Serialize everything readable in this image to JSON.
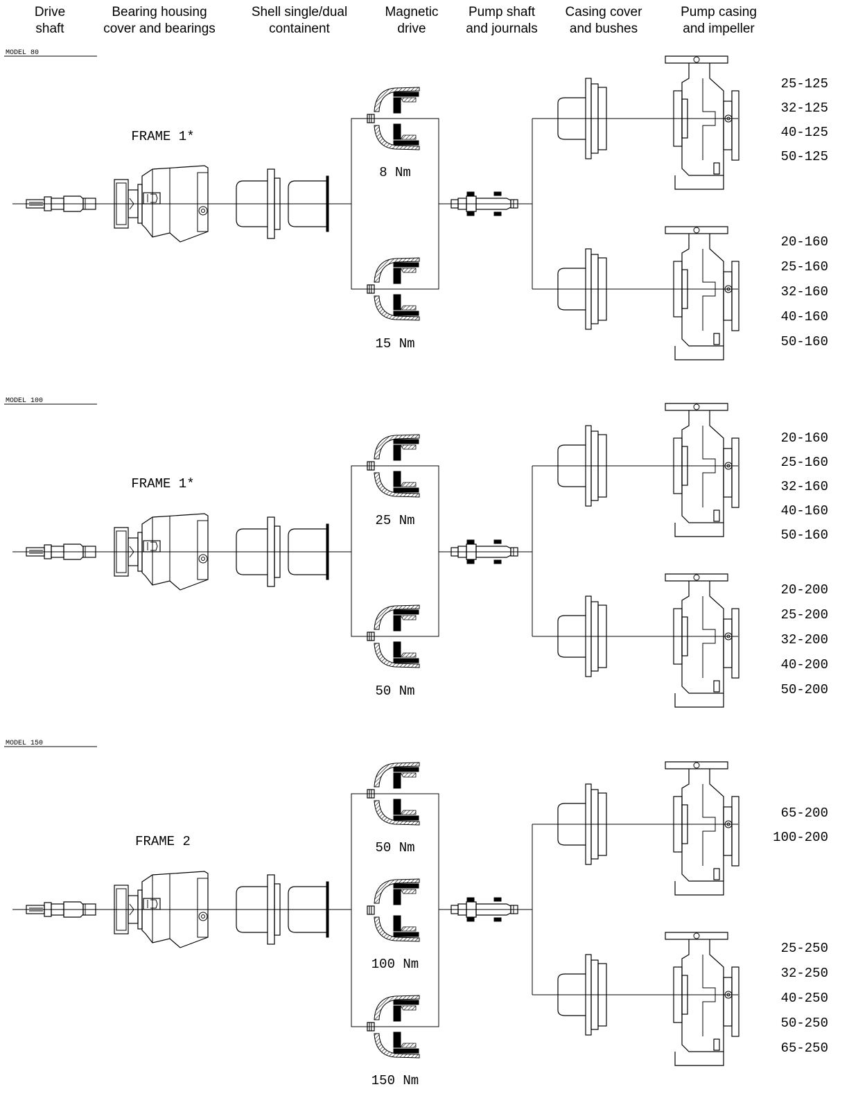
{
  "headers": [
    {
      "line1": "Drive",
      "line2": "shaft"
    },
    {
      "line1": "Bearing housing",
      "line2": "cover and bearings"
    },
    {
      "line1": "Shell single/dual",
      "line2": "containent"
    },
    {
      "line1": "Magnetic",
      "line2": "drive"
    },
    {
      "line1": "Pump shaft",
      "line2": "and journals"
    },
    {
      "line1": "Casing cover",
      "line2": "and bushes"
    },
    {
      "line1": "Pump casing",
      "line2": "and impeller"
    }
  ],
  "models": [
    {
      "model_label": "MODEL 80",
      "frame_label": "FRAME 1*",
      "torques": [
        "8 Nm",
        "15 Nm"
      ],
      "upper_sizes": [
        "25-125",
        "32-125",
        "40-125",
        "50-125"
      ],
      "lower_sizes": [
        "20-160",
        "25-160",
        "32-160",
        "40-160",
        "50-160"
      ]
    },
    {
      "model_label": "MODEL 100",
      "frame_label": "FRAME 1*",
      "torques": [
        "25 Nm",
        "50 Nm"
      ],
      "upper_sizes": [
        "20-160",
        "25-160",
        "32-160",
        "40-160",
        "50-160"
      ],
      "lower_sizes": [
        "20-200",
        "25-200",
        "32-200",
        "40-200",
        "50-200"
      ]
    },
    {
      "model_label": "MODEL 150",
      "frame_label": "FRAME 2",
      "torques": [
        "50 Nm",
        "100 Nm",
        "150 Nm"
      ],
      "upper_sizes": [
        "65-200",
        "100-200"
      ],
      "lower_sizes": [
        "25-250",
        "32-250",
        "40-250",
        "50-250",
        "65-250"
      ]
    }
  ]
}
